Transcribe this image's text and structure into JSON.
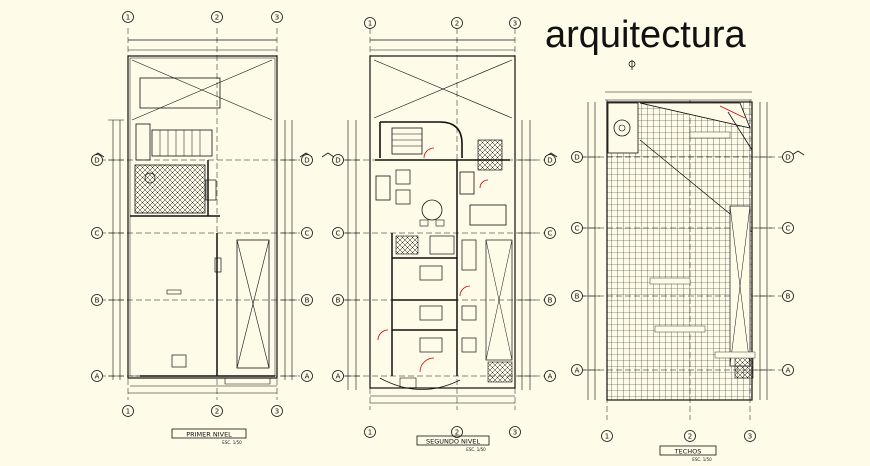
{
  "page_title": "arquitectura",
  "plans": [
    {
      "label": "PRIMER NIVEL",
      "scale": "ESC. 1/50"
    },
    {
      "label": "SEGUNDO NIVEL",
      "scale": "ESC. 1/50"
    },
    {
      "label": "TECHOS",
      "scale": "ESC. 1/50"
    }
  ],
  "grid_columns": [
    "1",
    "2",
    "3"
  ],
  "grid_rows": [
    "A",
    "B",
    "C",
    "D"
  ],
  "colors": {
    "background": "#fffbe9",
    "line": "#111111",
    "accent": "#cc0000"
  }
}
